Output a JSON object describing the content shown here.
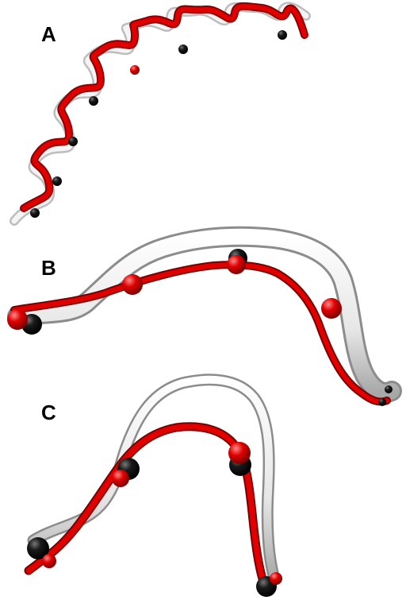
{
  "figure": {
    "panels": [
      {
        "label": "A",
        "structure": "alpha-helix"
      },
      {
        "label": "B",
        "structure": "beta-strand"
      },
      {
        "label": "C",
        "structure": "loop"
      }
    ]
  },
  "colors": {
    "reference": "#e9e9e9",
    "model": "#e00000",
    "atom_red": "#e00000",
    "atom_black": "#111111"
  }
}
